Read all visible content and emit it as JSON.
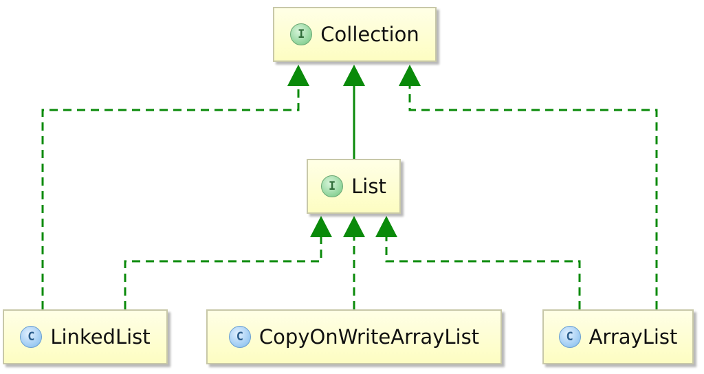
{
  "nodes": {
    "collection": {
      "label": "Collection",
      "kind": "interface",
      "badge": "I"
    },
    "list": {
      "label": "List",
      "kind": "interface",
      "badge": "I"
    },
    "linkedlist": {
      "label": "LinkedList",
      "kind": "class",
      "badge": "C"
    },
    "copyonwritearraylist": {
      "label": "CopyOnWriteArrayList",
      "kind": "class",
      "badge": "C"
    },
    "arraylist": {
      "label": "ArrayList",
      "kind": "class",
      "badge": "C"
    }
  },
  "relations": [
    {
      "from": "list",
      "to": "collection",
      "type": "extends",
      "style": "solid"
    },
    {
      "from": "linkedlist",
      "to": "collection",
      "type": "implements",
      "style": "dashed"
    },
    {
      "from": "arraylist",
      "to": "collection",
      "type": "implements",
      "style": "dashed"
    },
    {
      "from": "linkedlist",
      "to": "list",
      "type": "implements",
      "style": "dashed"
    },
    {
      "from": "copyonwritearraylist",
      "to": "list",
      "type": "implements",
      "style": "dashed"
    },
    {
      "from": "arraylist",
      "to": "list",
      "type": "implements",
      "style": "dashed"
    }
  ],
  "colors": {
    "edge": "#0a8a0a",
    "interface_badge": "#8fd49a",
    "class_badge": "#9ccaf2",
    "node_fill": "#fdfdc2",
    "node_border": "#c8c8a8"
  }
}
